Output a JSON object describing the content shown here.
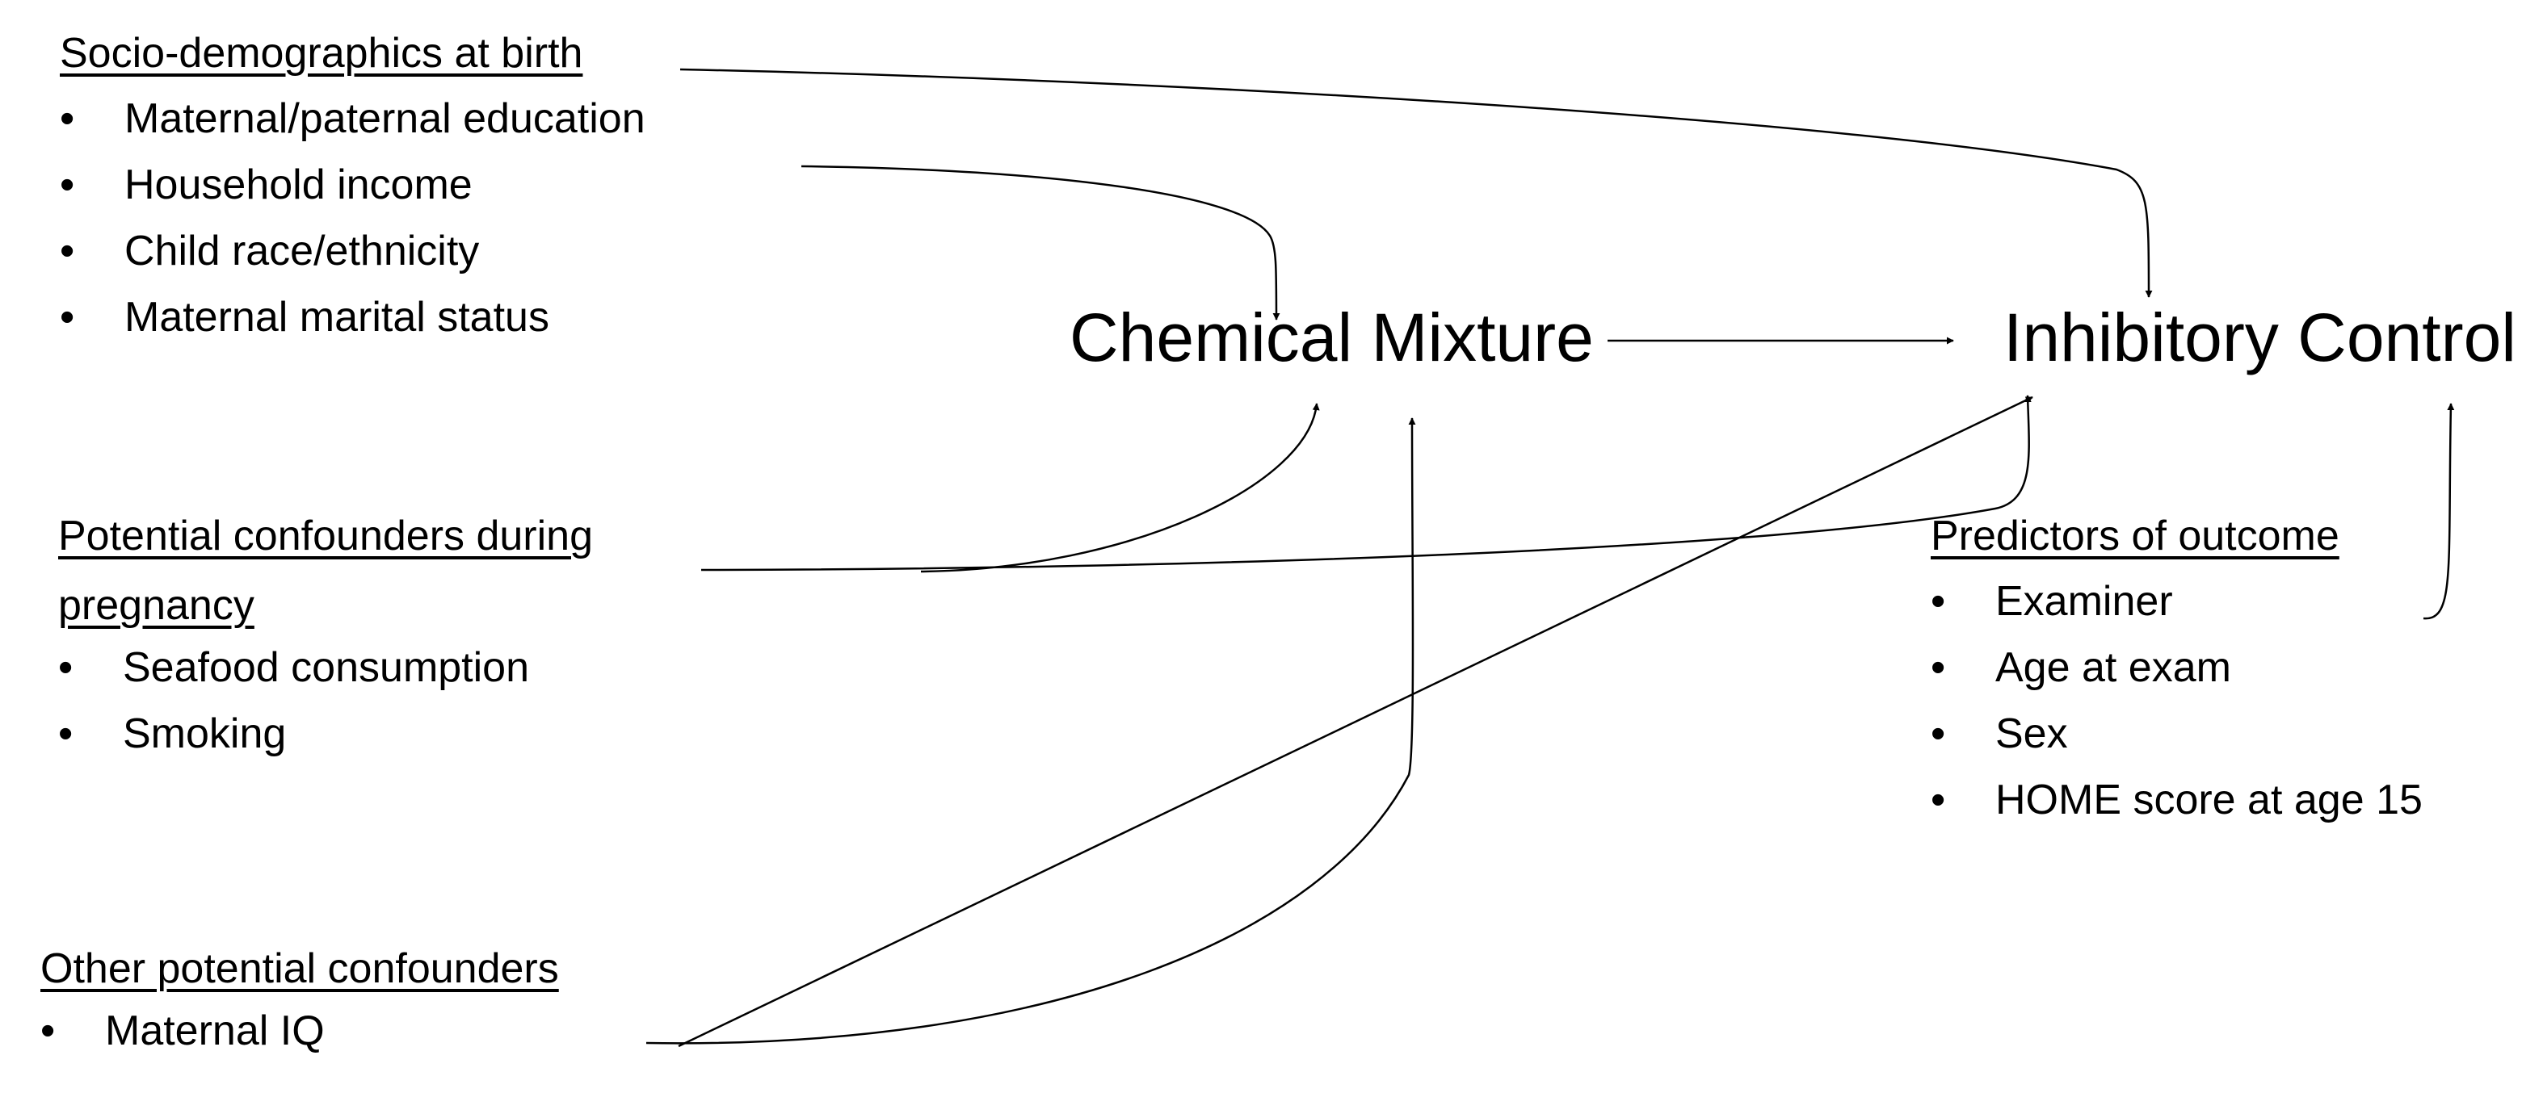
{
  "diagram": {
    "sociodemographics": {
      "heading": "Socio-demographics at birth",
      "items": [
        "Maternal/paternal education",
        "Household income",
        "Child race/ethnicity",
        "Maternal marital status"
      ]
    },
    "confounders_pregnancy": {
      "heading_line1": "Potential confounders during",
      "heading_line2": "pregnancy",
      "items": [
        "Seafood consumption",
        "Smoking"
      ]
    },
    "other_confounders": {
      "heading": "Other potential confounders",
      "items": [
        "Maternal IQ"
      ]
    },
    "predictors": {
      "heading": "Predictors of outcome",
      "items": [
        "Examiner",
        "Age at exam",
        "Sex",
        "HOME score at age 15"
      ]
    },
    "nodes": {
      "exposure": "Chemical Mixture",
      "outcome": "Inhibitory Control"
    },
    "bullet_char": "•"
  }
}
